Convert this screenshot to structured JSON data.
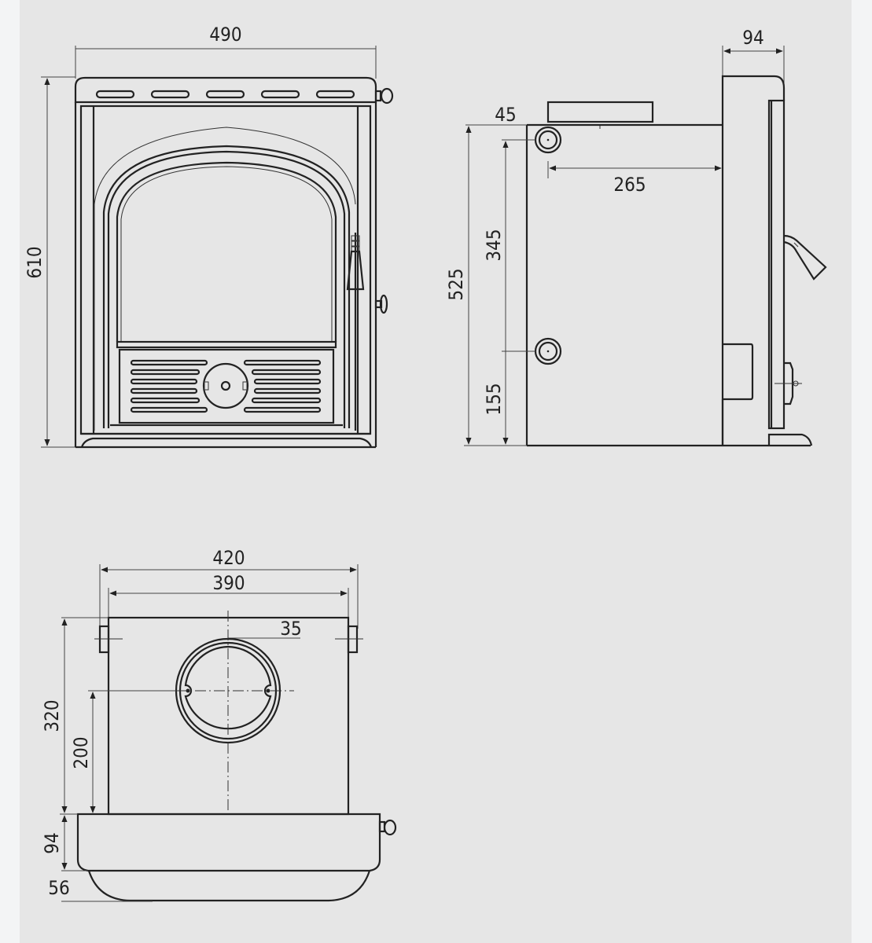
{
  "front_view": {
    "width_label": "490",
    "height_label": "610"
  },
  "side_view": {
    "depth_front_label": "94",
    "offset_top_label": "45",
    "spigot_distance_label": "265",
    "spigot_upper_height_label": "345",
    "overall_height_label": "525",
    "spigot_lower_height_label": "155"
  },
  "top_view": {
    "outer_width_label": "420",
    "inner_width_label": "390",
    "lug_offset_label": "35",
    "body_depth_label": "320",
    "flue_center_label": "200",
    "front_depth_label": "94",
    "hearth_projection_label": "56"
  },
  "colors": {
    "background": "#e6e6e6",
    "line": "#222222"
  }
}
